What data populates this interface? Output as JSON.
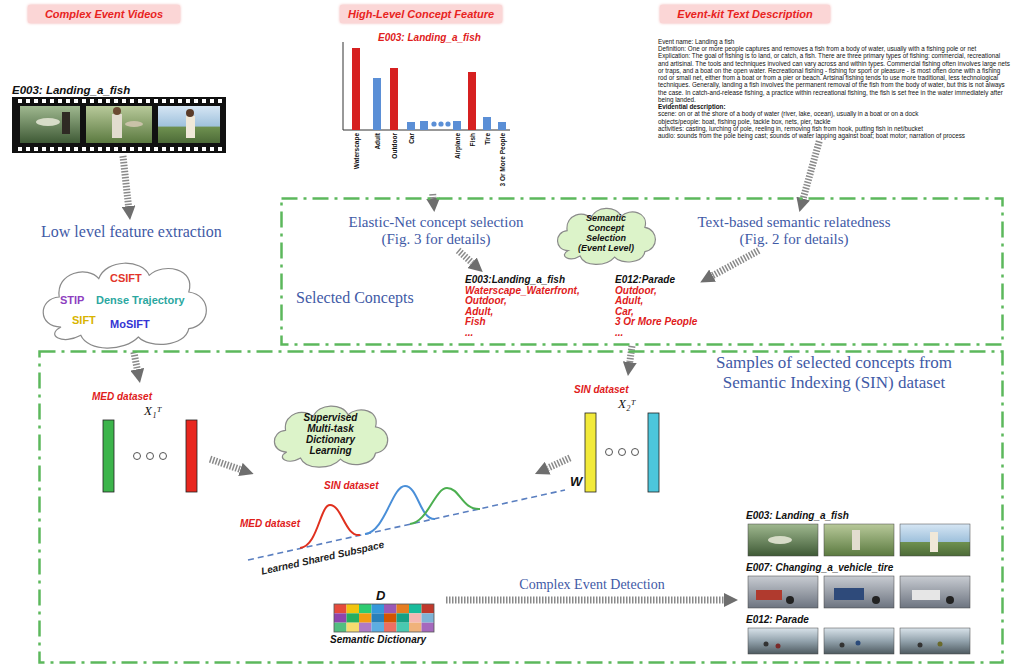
{
  "diagram": {
    "nodes": [
      {
        "text": [
          "Complex Event Videos"
        ]
      },
      {
        "text": [
          "High-Level Concept Feature"
        ]
      },
      {
        "text": [
          "Event-kit Text Description"
        ]
      },
      {
        "text": [
          "E003: Landing_a_fish"
        ]
      },
      {
        "text": [
          "E003: Landing_a_fish",
          "Waterscape",
          "Adult",
          "Outdoor",
          "Car",
          "Airplane",
          "Fish",
          "Tire",
          "3 Or More People"
        ]
      },
      {
        "text": [
          "Event name: Landing a fish",
          "Definition: One or more people captures and removes a fish from a body of water, usually with a fishing pole or net",
          "Explication: The goal of fishing is to land, or catch, a fish. There are three primary types of fishing: commercial, recreational and artisinal. The tools and techniques involved can vary across and within types. Commercial fishing often involves large nets or traps, and a boat on the open water. Recreational fishing - fishing for sport or pleasure - is most often done with a fishing rod or small net, either from a boat or from a pier or beach. Artsinal fishing tends to use more traditional, less technological techniques. Generally, landing a fish involves the permanent removal of the fish from the body of water, but this is not always the case. In catch-and-release fishing, a practice within recreational fishing, the fish is set free in the water immediately after being landed.",
          "Evidential description:",
          "scene: on or at the shore of a body of water (river, lake, ocean), usually in a boat or on a dock",
          "objects/people: boat, fishing pole, tackle box, nets, pier, tackle",
          "activities: casting, lurching of pole, reeling in, removing fish from hook, putting fish in net/bucket",
          "audio: sounds from the pole being cast; sounds of water lapping against boat; boat motor; narration of process"
        ]
      },
      {
        "text": [
          "Low level feature extraction"
        ]
      },
      {
        "text": [
          "CSIFT",
          "STIP",
          "Dense Trajectory",
          "SIFT",
          "MoSIFT"
        ]
      },
      {
        "text": [
          "Selected Concepts"
        ]
      },
      {
        "text": [
          "Elastic-Net concept selection",
          "(Fig. 3 for details)"
        ],
        "in": 8
      },
      {
        "text": [
          "Semantic Concept Selection",
          "(Event Level)"
        ],
        "in": 8
      },
      {
        "text": [
          "Text-based semantic relatedness",
          "(Fig. 2 for details)"
        ],
        "in": 8
      },
      {
        "text": [
          "E003:Landing_a_fish",
          "Waterscape_Waterfront,",
          "Outdoor,",
          "Adult,",
          "Fish",
          "..."
        ],
        "in": 8
      },
      {
        "text": [
          "E012:Parade",
          "Outdoor,",
          "Adult,",
          "Car,",
          "3 Or More People",
          "..."
        ],
        "in": 8
      },
      {
        "text": [
          "Samples of selected concepts from Semantic Indexing (SIN) dataset"
        ]
      },
      {
        "text": [
          "MED dataset",
          "X₁ᵀ"
        ],
        "in": 14
      },
      {
        "text": [
          "SIN dataset",
          "X₂ᵀ"
        ],
        "in": 14
      },
      {
        "text": [
          "Supervised Multi-task Dictionary Learning"
        ],
        "in": 14
      },
      {
        "text": [
          "SIN dataset",
          "MED dataset",
          "W",
          "Learned Shared Subspace"
        ],
        "in": 14
      },
      {
        "text": [
          "D",
          "Semantic Dictionary"
        ],
        "in": 14
      },
      {
        "text": [
          "E003: Landing_a_fish",
          "E007: Changing_a_vehicle_tire",
          "E012: Parade"
        ],
        "in": 14
      }
    ],
    "edges": [
      {
        "from": 3,
        "to": 6,
        "arrow": "to"
      },
      {
        "from": 7,
        "to": 15,
        "arrow": "to"
      },
      {
        "from": 4,
        "to": 9,
        "arrow": "to"
      },
      {
        "from": 5,
        "to": 11,
        "arrow": "to"
      },
      {
        "from": 9,
        "to": 12,
        "arrow": "to"
      },
      {
        "from": 11,
        "to": 13,
        "arrow": "to"
      },
      {
        "from": 8,
        "to": 16,
        "arrow": "to"
      },
      {
        "from": 15,
        "to": 18,
        "arrow": "to"
      },
      {
        "from": 16,
        "to": 18,
        "arrow": "to"
      },
      {
        "from": 19,
        "to": 20,
        "label": "Complex Event Detection",
        "arrow": "to"
      }
    ]
  }
}
